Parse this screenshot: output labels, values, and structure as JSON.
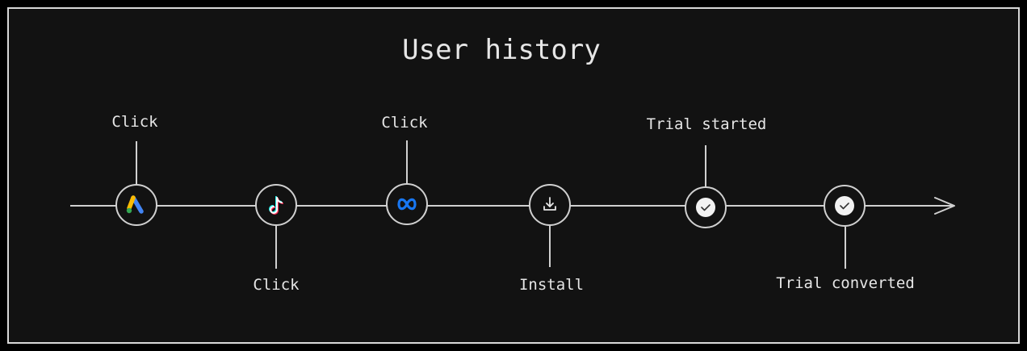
{
  "title": "User history",
  "events": [
    {
      "id": "google-ads",
      "icon": "google-ads-logo-icon",
      "label": "Click"
    },
    {
      "id": "tiktok",
      "icon": "tiktok-logo-icon",
      "label": "Click"
    },
    {
      "id": "meta",
      "icon": "meta-logo-icon",
      "label": "Click"
    },
    {
      "id": "install",
      "icon": "download-icon",
      "label": "Install"
    },
    {
      "id": "trial-started",
      "icon": "checkmark-icon",
      "label": "Trial started"
    },
    {
      "id": "trial-converted",
      "icon": "checkmark-icon",
      "label": "Trial converted"
    }
  ],
  "colors": {
    "background": "#121212",
    "frame": "#d8d8d8",
    "line": "#d0d0d0",
    "text": "#e6e6e6",
    "google_blue": "#4285F4",
    "google_yellow": "#FBBC04",
    "google_green": "#34A853",
    "tiktok_cyan": "#25F4EE",
    "tiktok_pink": "#FE2C55",
    "meta_blue": "#1877F2"
  }
}
